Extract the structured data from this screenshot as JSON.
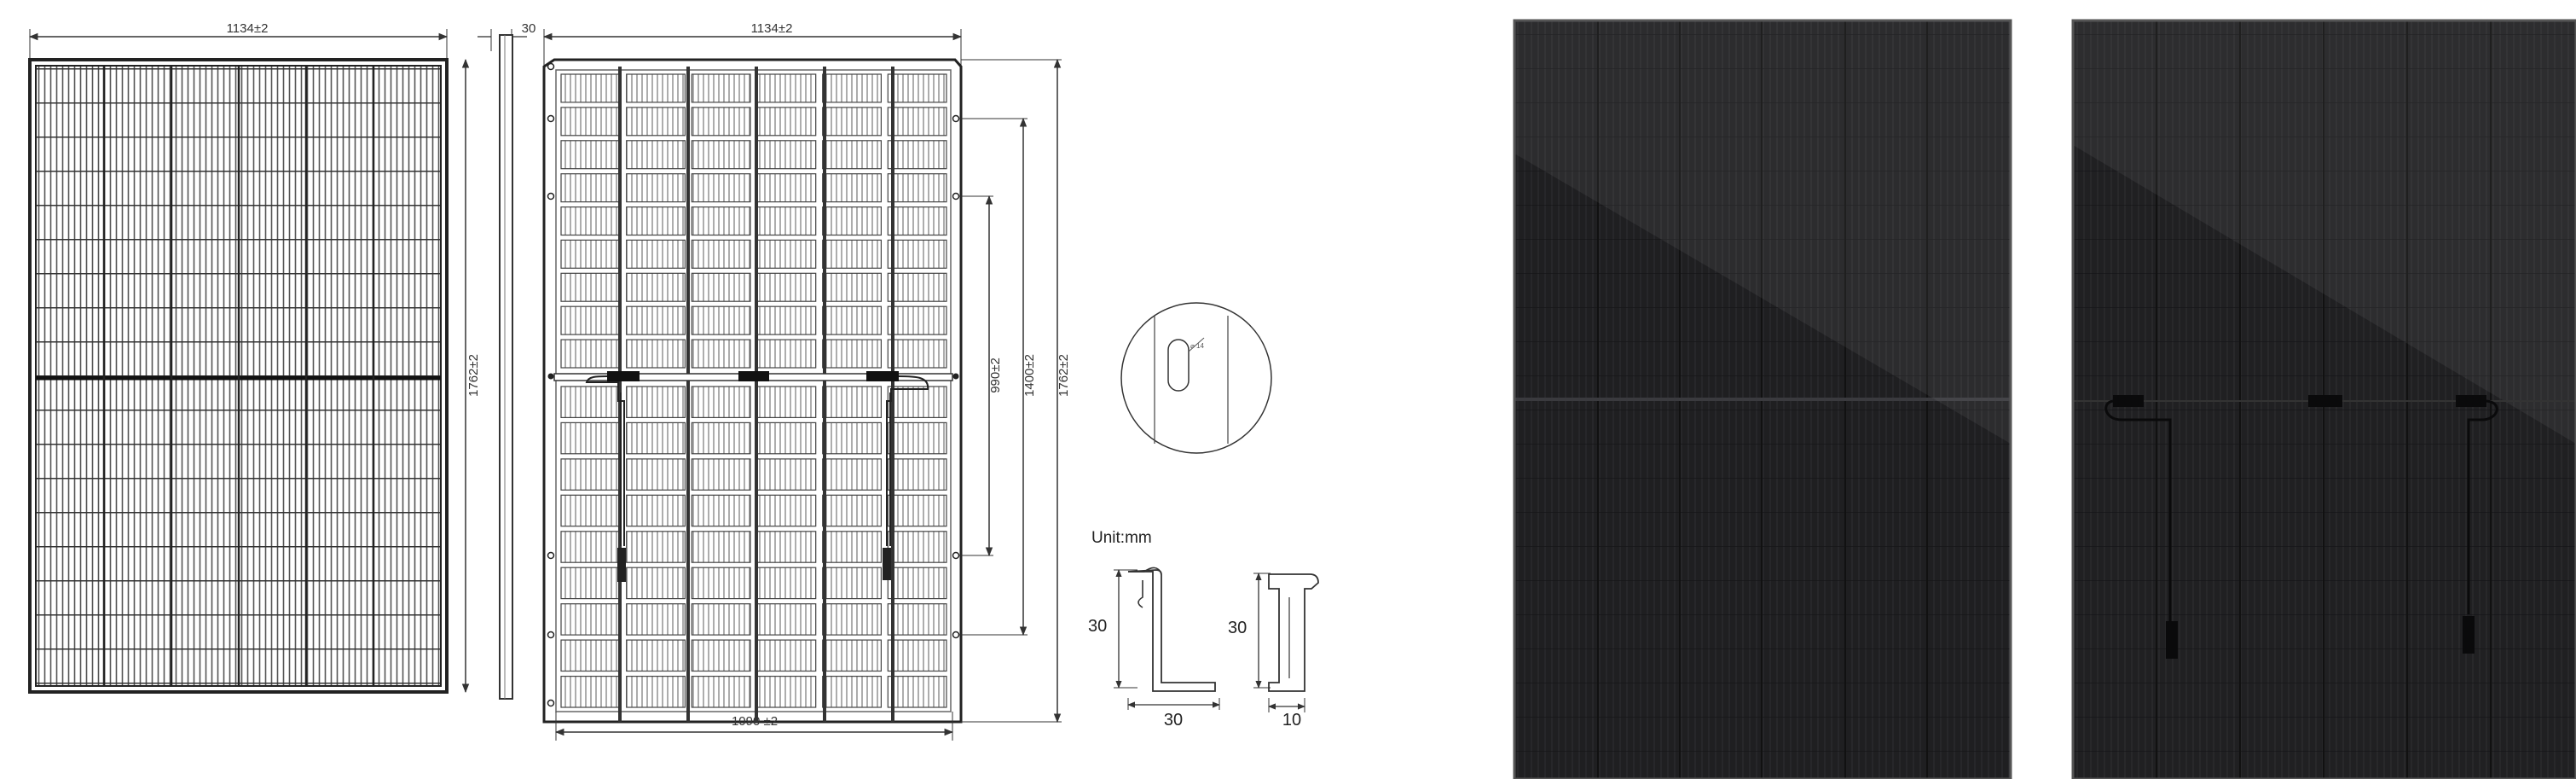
{
  "drawing": {
    "front_view": {
      "width_label": "1134±2",
      "height_label": "1762±2"
    },
    "side_view": {
      "thickness_label": "30"
    },
    "rear_view": {
      "width_label": "1134±2",
      "mount_spacing_label": "1090 ±2",
      "dim_inner_label": "990±2",
      "dim_middle_label": "1400±2",
      "dim_outer_label": "1762±2"
    },
    "detail": {
      "unit_label": "Unit:mm"
    },
    "frame_long": {
      "height_label": "30",
      "width_label": "30"
    },
    "frame_short": {
      "height_label": "30",
      "width_label": "10"
    }
  },
  "photos": {
    "front_panel": {
      "color": "#1f1f21"
    },
    "rear_panel": {
      "color": "#202022"
    }
  }
}
